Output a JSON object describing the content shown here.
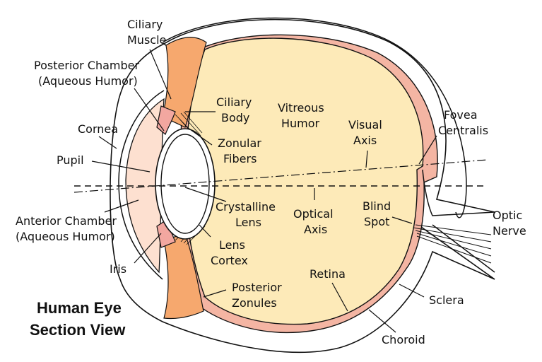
{
  "title": {
    "line1": "Human Eye",
    "line2": "Section View"
  },
  "labels": {
    "ciliary_muscle": [
      "Ciliary",
      "Muscle"
    ],
    "posterior_chamber": [
      "Posterior Chamber",
      "(Aqueous Humor)"
    ],
    "cornea": "Cornea",
    "pupil": "Pupil",
    "anterior_chamber": [
      "Anterior Chamber",
      "(Aqueous Humor)"
    ],
    "iris": "Iris",
    "ciliary_body": [
      "Ciliary",
      "Body"
    ],
    "zonular_fibers": [
      "Zonular",
      "Fibers"
    ],
    "crystalline_lens": [
      "Crystalline",
      "Lens"
    ],
    "lens_cortex": [
      "Lens",
      "Cortex"
    ],
    "posterior_zonules": [
      "Posterior",
      "Zonules"
    ],
    "vitreous_humor": [
      "Vitreous",
      "Humor"
    ],
    "visual_axis": [
      "Visual",
      "Axis"
    ],
    "optical_axis": [
      "Optical",
      "Axis"
    ],
    "fovea_centralis": [
      "Fovea",
      "Centralis"
    ],
    "blind_spot": [
      "Blind",
      "Spot"
    ],
    "optic_nerve": [
      "Optic",
      "Nerve"
    ],
    "retina": "Retina",
    "sclera": "Sclera",
    "choroid": "Choroid"
  },
  "colors": {
    "vitreous": "#fdeab8",
    "choroid": "#f4b5a3",
    "ciliary": "#f6a86e",
    "anterior": "#fde0d0",
    "outline": "#111111",
    "lens_fill": "#ffffff"
  }
}
